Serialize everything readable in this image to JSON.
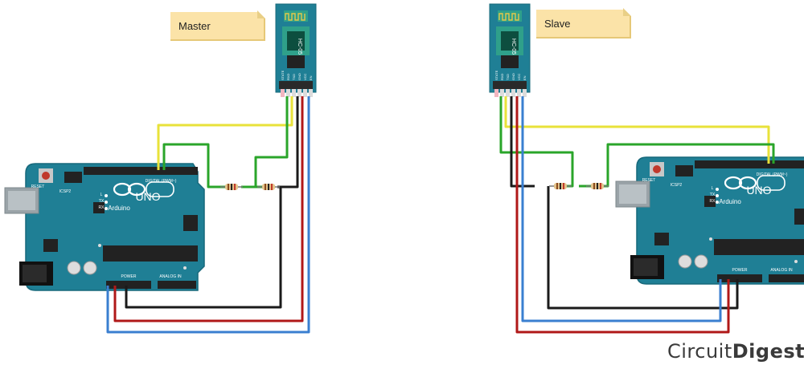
{
  "labels": {
    "master": "Master",
    "slave": "Slave"
  },
  "module": {
    "chip_text": "HC-05",
    "pins": [
      "STATE",
      "RXD",
      "TXD",
      "GND",
      "VCC",
      "EN"
    ]
  },
  "arduino": {
    "logo_text": "UNO",
    "brand_text": "Arduino",
    "reset_label": "RESET",
    "icsp_label": "ICSP2",
    "digital_label": "DIGITAL (PWM~)",
    "power_label": "POWER",
    "analog_label": "ANALOG IN",
    "tx_label": "TX",
    "rx_label": "RX",
    "l_label": "L"
  },
  "watermark": {
    "part1": "Circuit",
    "part2": "Digest"
  },
  "colors": {
    "board": "#1f7f95",
    "board_edge": "#17687b",
    "wire_yellow": "#e8e23a",
    "wire_green": "#2aa52a",
    "wire_black": "#1a1a1a",
    "wire_red": "#b01818",
    "wire_blue": "#3a7fd0",
    "note": "#fbe3a8"
  }
}
